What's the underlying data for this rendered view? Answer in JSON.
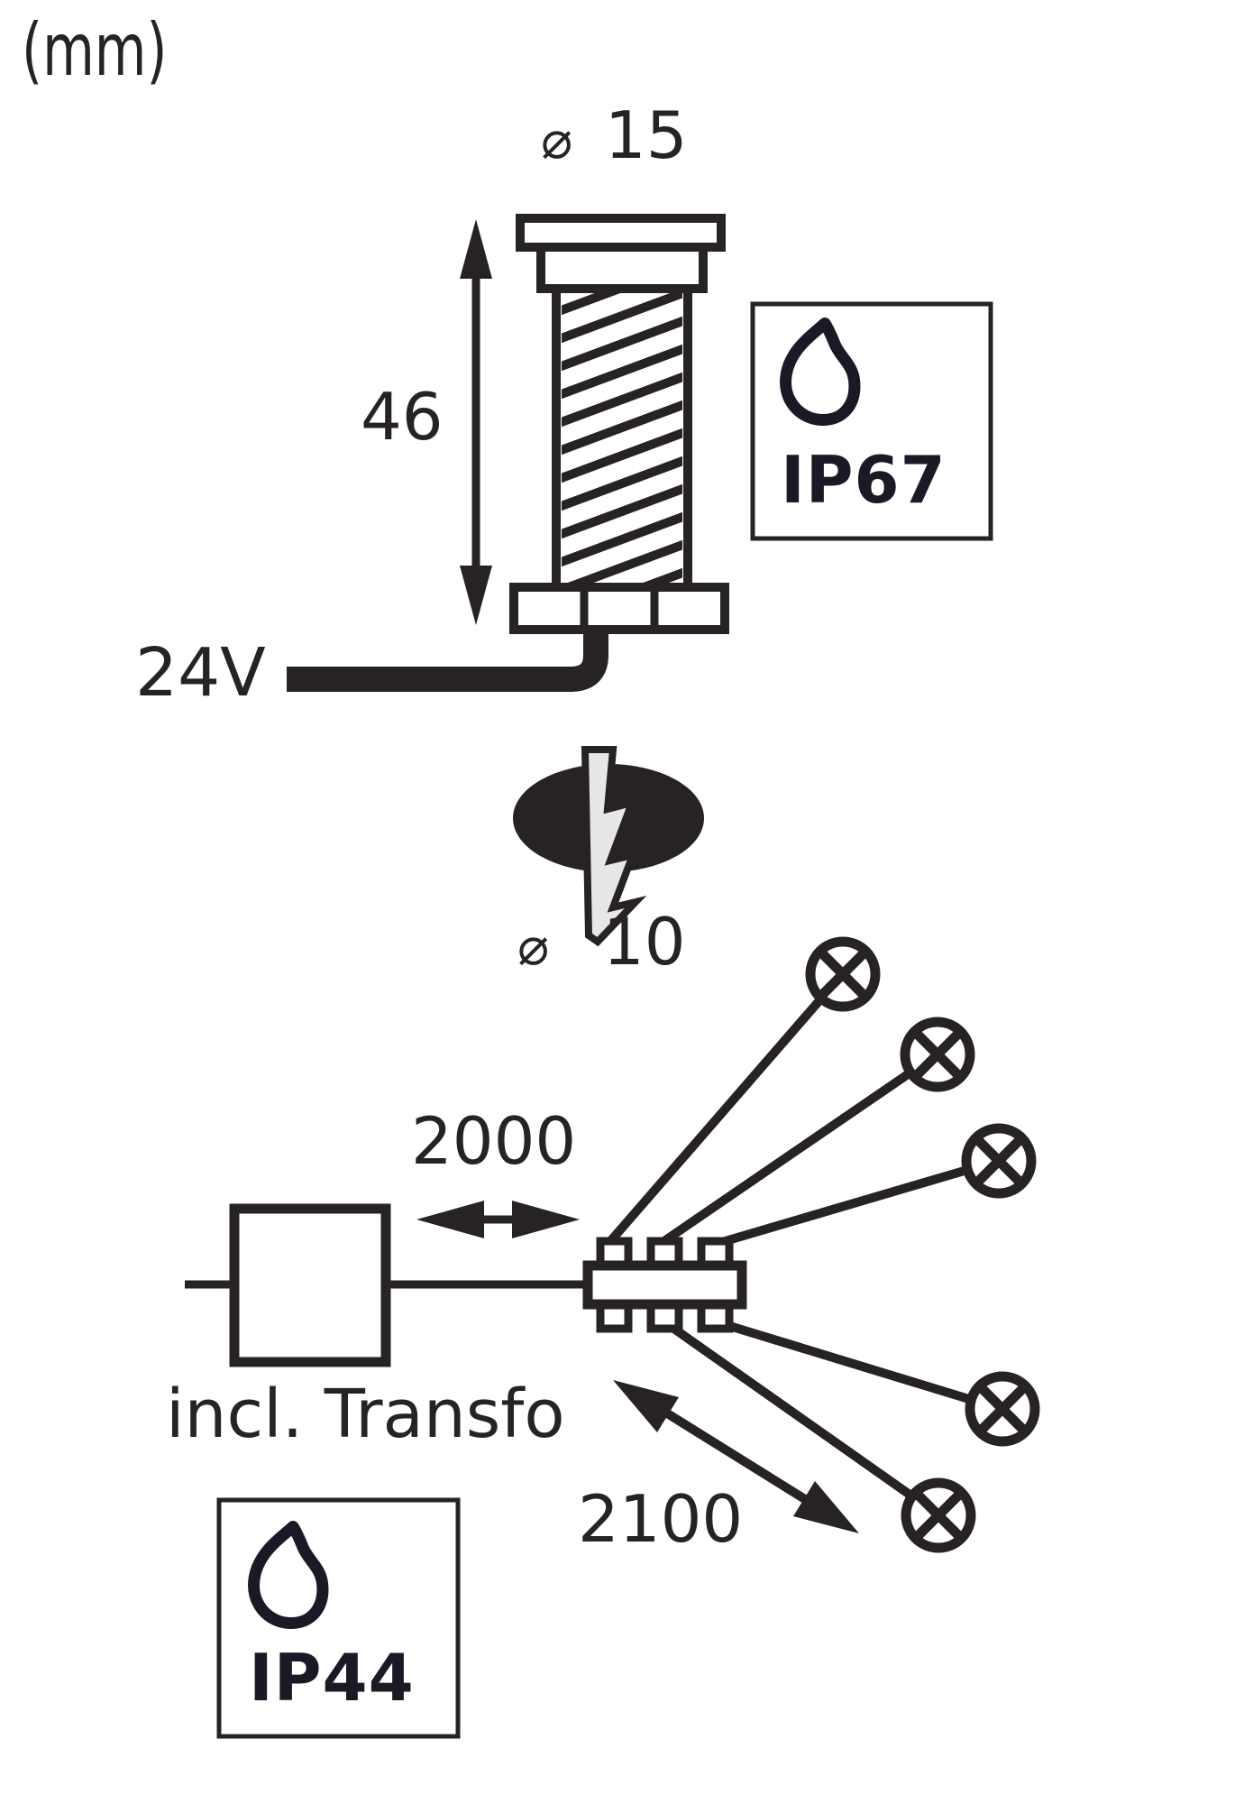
{
  "unit_label": "(mm)",
  "colors": {
    "ink": "#272325",
    "badge_ink": "#1a1926",
    "drill_fill": "#e7e7e7",
    "background": "#ffffff"
  },
  "fixture": {
    "diameter": {
      "symbol": "⌀",
      "value": "15"
    },
    "height": "46",
    "voltage": "24V",
    "badge": {
      "label": "IP67",
      "icon": "water-drop-icon"
    }
  },
  "mounting_hole": {
    "diameter": {
      "symbol": "⌀",
      "value": "10"
    },
    "icon": "drill-hole-icon"
  },
  "wiring": {
    "cable_to_distributor": "2000",
    "transformer_note": "incl. Transfo",
    "cable_to_lamps": "2100",
    "lamp_count": 5,
    "lamp_icon": "crossed-circle-lamp-icon",
    "badge": {
      "label": "IP44",
      "icon": "water-drop-icon"
    }
  }
}
